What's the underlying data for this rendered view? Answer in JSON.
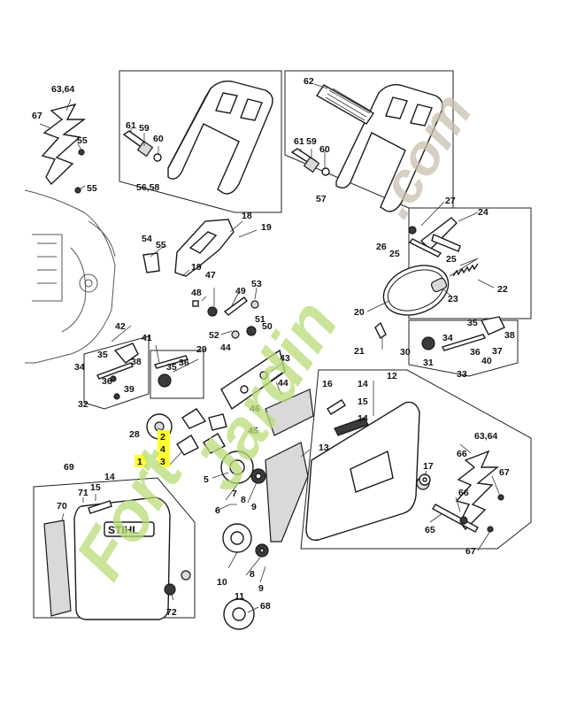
{
  "brand_text": "STIHL",
  "watermark": "Fort Jardin.com",
  "colors": {
    "watermark_green": "#b8dc78",
    "watermark_grey": "#c8bfae",
    "highlight": "#ffff33"
  },
  "labels": {
    "l6364a": "63,64",
    "l67a": "67",
    "l55a": "55",
    "l55b": "55",
    "l61a": "61",
    "l59a": "59",
    "l60a": "60",
    "l5658": "56,58",
    "l62": "62",
    "l61b": "61",
    "l59b": "59",
    "l60b": "60",
    "l57": "57",
    "l27": "27",
    "l24": "24",
    "l26": "26",
    "l25a": "25",
    "l25b": "25",
    "l22": "22",
    "l23": "23",
    "l20": "20",
    "l21": "21",
    "l18": "18",
    "l19a": "19",
    "l54": "54",
    "l55c": "55",
    "l19b": "19",
    "l47": "47",
    "l48": "48",
    "l49": "49",
    "l53": "53",
    "l52": "52",
    "l51": "51",
    "l50": "50",
    "l44a": "44",
    "l42": "42",
    "l41": "41",
    "l35a": "35",
    "l38a": "38",
    "l34a": "34",
    "l36a": "36",
    "l39": "39",
    "l32": "32",
    "l29": "29",
    "l35b": "35",
    "l36b": "36",
    "l43": "43",
    "l44b": "44",
    "l46": "46",
    "l45": "45",
    "l28": "28",
    "l16": "16",
    "l14a": "14",
    "l15a": "15",
    "l14b": "14",
    "l12": "12",
    "l35c": "35",
    "l38b": "38",
    "l34b": "34",
    "l36c": "36",
    "l37": "37",
    "l40": "40",
    "l30": "30",
    "l31": "31",
    "l33": "33",
    "l2": "2",
    "l4": "4",
    "l1": "1",
    "l3": "3",
    "l5": "5",
    "l7": "7",
    "l8a": "8",
    "l9a": "9",
    "l6": "6",
    "l13": "13",
    "l17": "17",
    "l6364b": "63,64",
    "l66a": "66",
    "l67b": "67",
    "l66b": "66",
    "l65": "65",
    "l67c": "67",
    "l69": "69",
    "l71": "71",
    "l15b": "15",
    "l14c": "14",
    "l70": "70",
    "l10": "10",
    "l8b": "8",
    "l9b": "9",
    "l11": "11",
    "l72": "72",
    "l68": "68"
  }
}
